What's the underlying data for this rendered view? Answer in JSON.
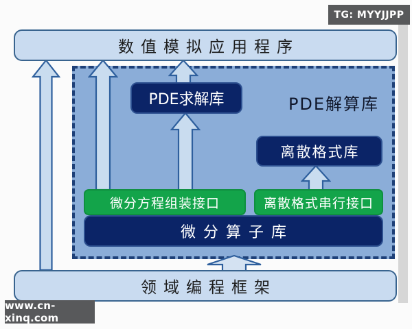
{
  "watermarks": {
    "tg_badge": "TG: MYYJJPP",
    "site": "www.cn-xinq.com"
  },
  "diagram": {
    "top_box": "数值模拟应用程序",
    "bottom_box": "领域编程框架",
    "panel": {
      "label": "PDE解算库",
      "pde_solver_box": "PDE求解库",
      "discrete_scheme_box": "离散格式库",
      "assembly_interface_box": "微分方程组装接口",
      "serial_interface_box": "离散格式串行接口",
      "operator_box": "微分算子库"
    },
    "connections": [
      {
        "from": "领域编程框架",
        "to": "数值模拟应用程序"
      },
      {
        "from": "微分方程组装接口",
        "to": "数值模拟应用程序"
      },
      {
        "from": "PDE求解库",
        "to": "数值模拟应用程序"
      },
      {
        "from": "微分方程组装接口",
        "to": "PDE求解库"
      },
      {
        "from": "离散格式串行接口",
        "to": "离散格式库"
      },
      {
        "from": "领域编程框架",
        "to": "微分算子库"
      }
    ]
  },
  "colors": {
    "light_box_fill": "#c9dbf0",
    "light_box_border": "#39648f",
    "panel_fill": "#8badd8",
    "panel_dash": "#1e4078",
    "navy_fill": "#0b2467",
    "green_fill": "#13a44a",
    "arrow_fill": "#c9dcef",
    "badge_bg": "#58595b"
  }
}
